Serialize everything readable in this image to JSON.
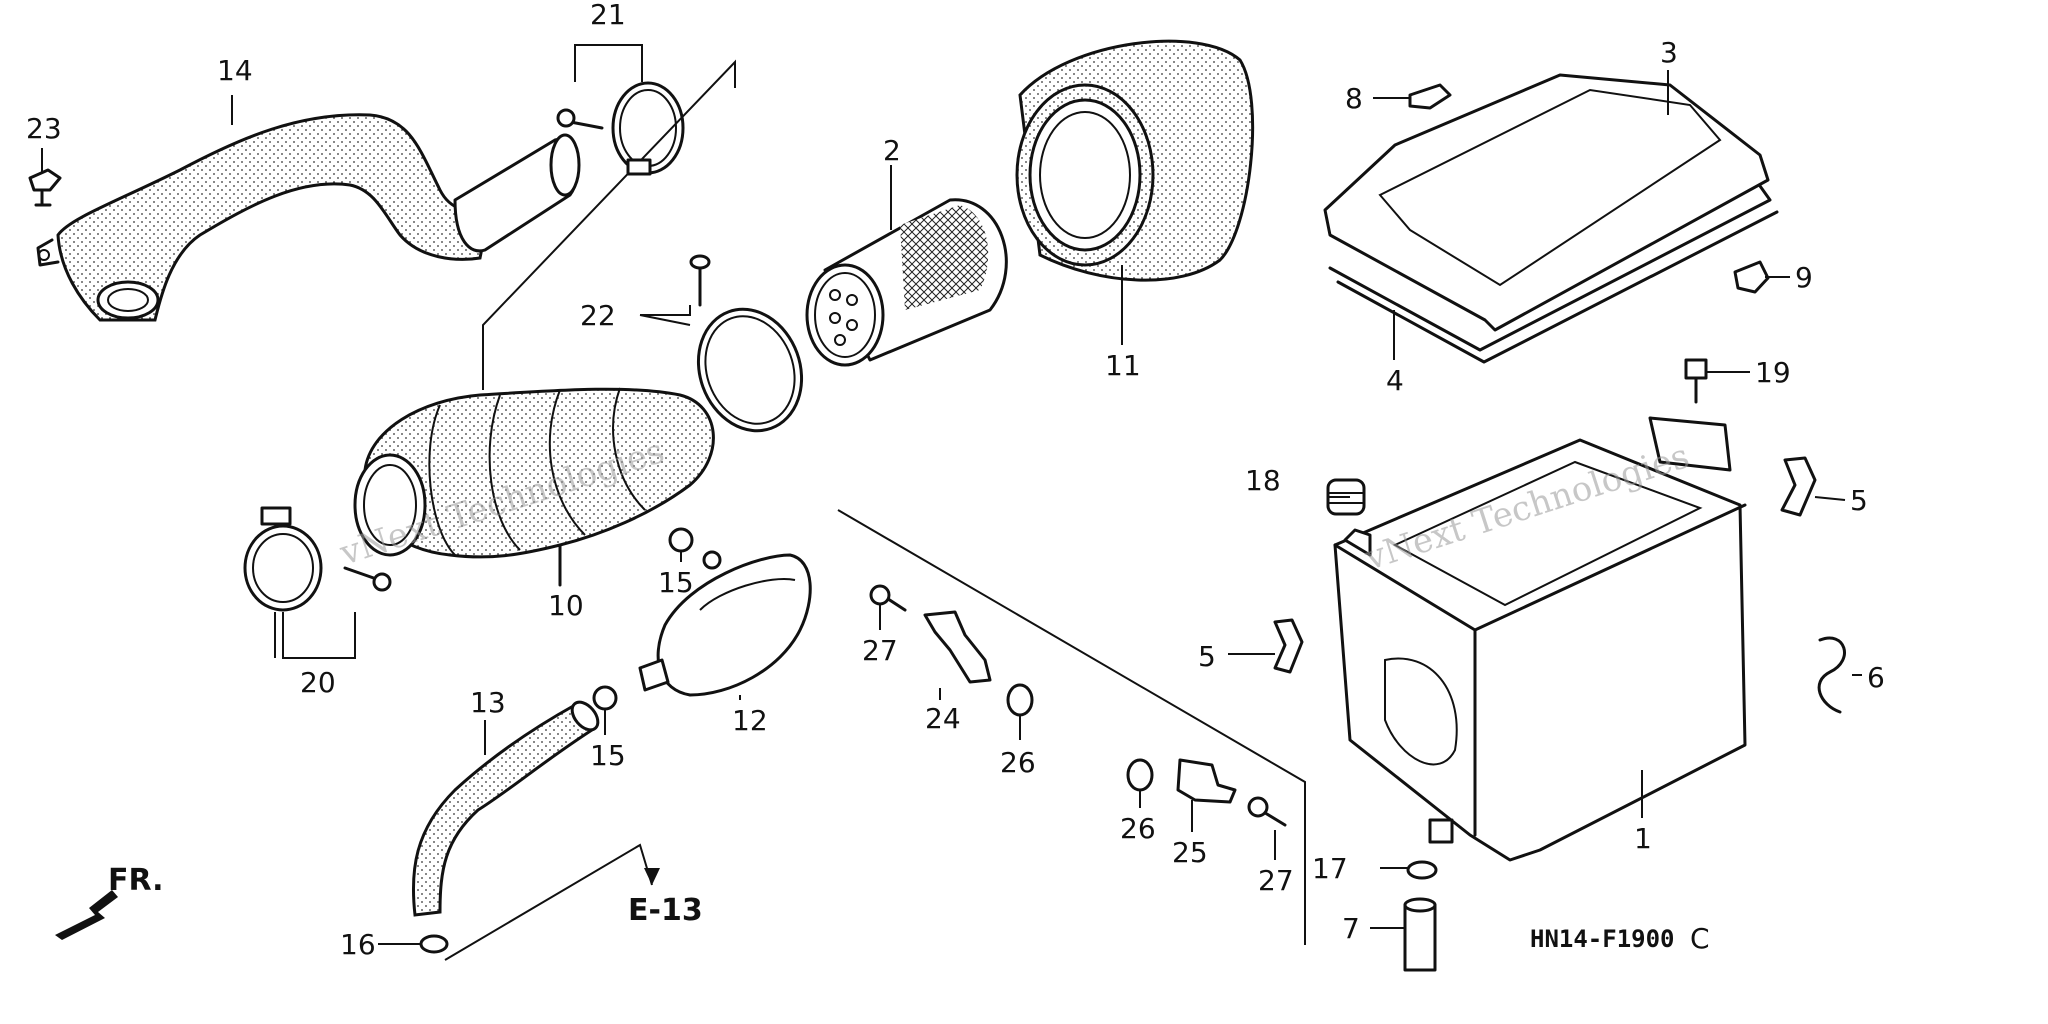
{
  "diagram_code": "HN14-F1900",
  "diagram_code_suffix": "C",
  "reference_page": "E-13",
  "front_marker": "FR.",
  "watermark_text": "vNext Technologies",
  "callouts": [
    {
      "id": "c1",
      "label": "1"
    },
    {
      "id": "c2",
      "label": "2"
    },
    {
      "id": "c3",
      "label": "3"
    },
    {
      "id": "c4",
      "label": "4"
    },
    {
      "id": "c5a",
      "label": "5"
    },
    {
      "id": "c5b",
      "label": "5"
    },
    {
      "id": "c6",
      "label": "6"
    },
    {
      "id": "c7",
      "label": "7"
    },
    {
      "id": "c8",
      "label": "8"
    },
    {
      "id": "c9",
      "label": "9"
    },
    {
      "id": "c10",
      "label": "10"
    },
    {
      "id": "c11",
      "label": "11"
    },
    {
      "id": "c12",
      "label": "12"
    },
    {
      "id": "c13",
      "label": "13"
    },
    {
      "id": "c14",
      "label": "14"
    },
    {
      "id": "c15a",
      "label": "15"
    },
    {
      "id": "c15b",
      "label": "15"
    },
    {
      "id": "c16",
      "label": "16"
    },
    {
      "id": "c17",
      "label": "17"
    },
    {
      "id": "c18",
      "label": "18"
    },
    {
      "id": "c19",
      "label": "19"
    },
    {
      "id": "c20",
      "label": "20"
    },
    {
      "id": "c21",
      "label": "21"
    },
    {
      "id": "c22",
      "label": "22"
    },
    {
      "id": "c23",
      "label": "23"
    },
    {
      "id": "c24",
      "label": "24"
    },
    {
      "id": "c25",
      "label": "25"
    },
    {
      "id": "c26a",
      "label": "26"
    },
    {
      "id": "c26b",
      "label": "26"
    },
    {
      "id": "c27a",
      "label": "27"
    },
    {
      "id": "c27b",
      "label": "27"
    }
  ]
}
